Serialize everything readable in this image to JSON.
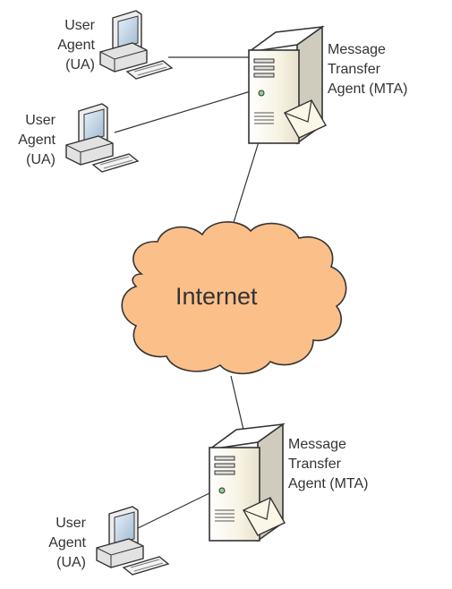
{
  "diagram": {
    "top_mta": {
      "line1": "Message",
      "line2": "Transfer",
      "line3": "Agent (MTA)"
    },
    "top_ua_1": {
      "line1": "User",
      "line2": "Agent",
      "line3": "(UA)"
    },
    "top_ua_2": {
      "line1": "User",
      "line2": "Agent",
      "line3": "(UA)"
    },
    "cloud": {
      "label": "Internet"
    },
    "bottom_mta": {
      "line1": "Message",
      "line2": "Transfer",
      "line3": "Agent (MTA)"
    },
    "bottom_ua": {
      "line1": "User",
      "line2": "Agent",
      "line3": "(UA)"
    }
  },
  "colors": {
    "cloud_fill": "#FBBF8A",
    "cloud_stroke": "#333333",
    "server_body": "#F7F3E3",
    "server_shadow": "#C9C7BD",
    "computer_body": "#F2F2F2",
    "screen": "#BFD3E6",
    "connector": "#333333"
  },
  "icons": [
    "server-icon",
    "desktop-computer-icon",
    "envelope-icon",
    "cloud-icon"
  ]
}
